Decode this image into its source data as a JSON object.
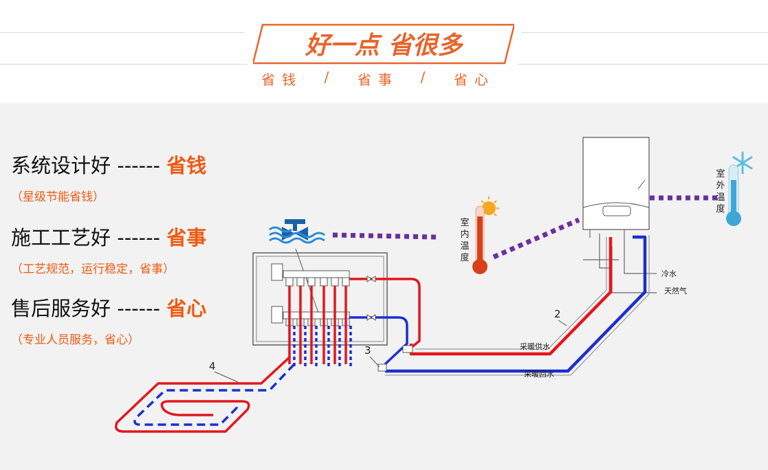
{
  "header": {
    "logo_text": "好一点 省很多",
    "slogan": [
      "省钱",
      "/",
      "省事",
      "/",
      "省心"
    ]
  },
  "features": [
    {
      "title": "系统设计好",
      "dashes": " ------ ",
      "highlight": "省钱",
      "sub": "（星级节能省钱）"
    },
    {
      "title": "施工工艺好",
      "dashes": " ------ ",
      "highlight": "省事",
      "sub": "（工艺规范，运行稳定，省事）"
    },
    {
      "title": "售后服务好",
      "dashes": " ------ ",
      "highlight": "省心",
      "sub": "（专业人员服务，省心）"
    }
  ],
  "diagram": {
    "indoor_temp_label": [
      "室",
      "内",
      "温",
      "度"
    ],
    "outdoor_temp_label": [
      "室",
      "外",
      "温",
      "度"
    ],
    "cold_water": "冷水",
    "natural_gas": "天然气",
    "supply_label": "采暖供水",
    "return_label": "采暖回水",
    "num_2": "2",
    "num_3": "3",
    "num_4": "4",
    "colors": {
      "hot": "#e3161d",
      "cold": "#1a2fd0",
      "dotted": "#6a2fa0",
      "accent": "#ee5a12"
    }
  }
}
